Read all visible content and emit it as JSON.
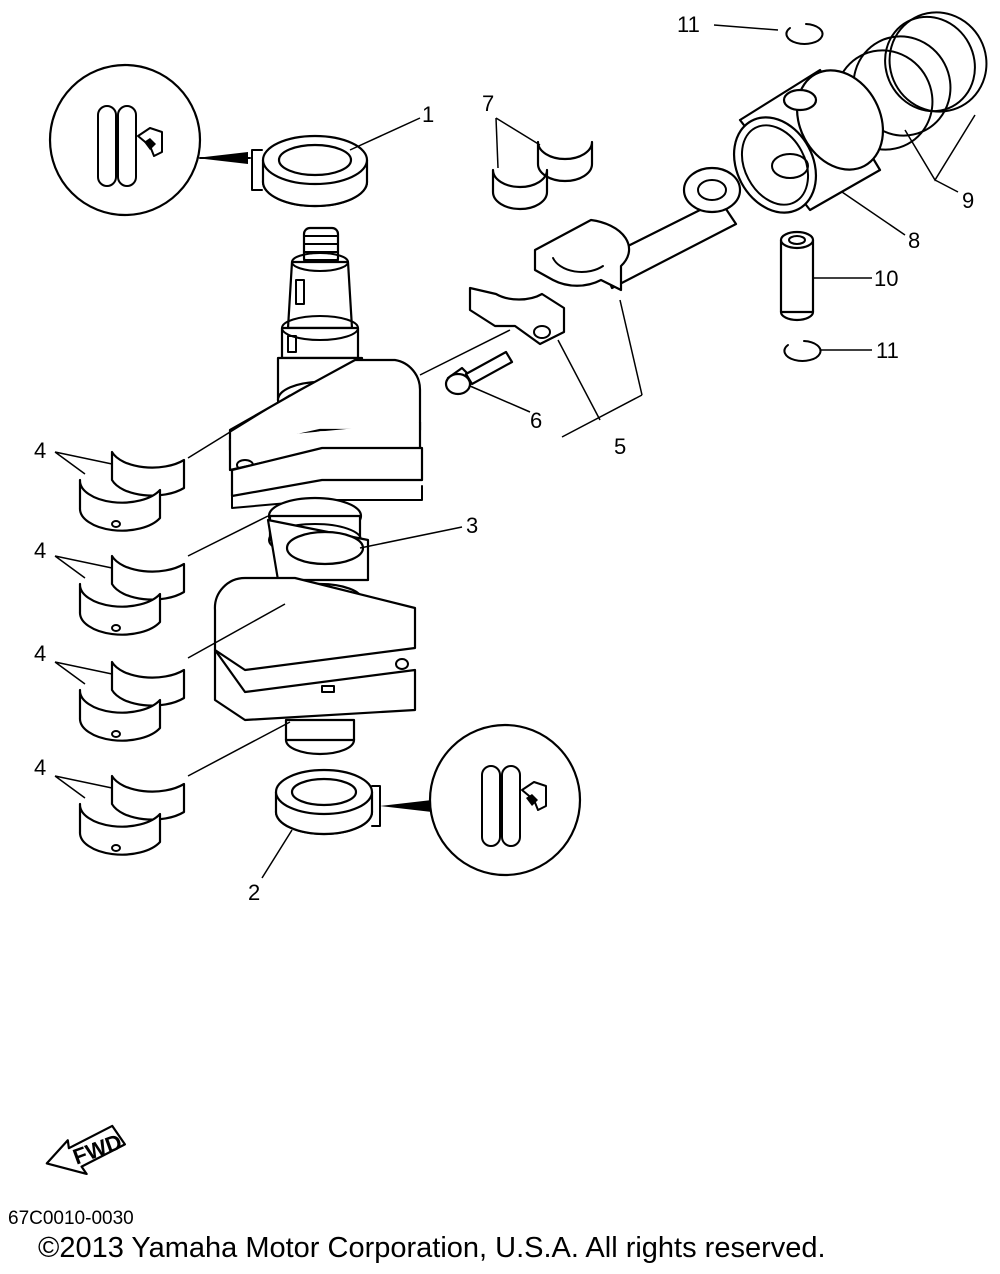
{
  "callouts": {
    "c1": "1",
    "c2": "2",
    "c3": "3",
    "c4a": "4",
    "c4b": "4",
    "c4c": "4",
    "c4d": "4",
    "c5": "5",
    "c6": "6",
    "c7": "7",
    "c8": "8",
    "c9": "9",
    "c10": "10",
    "c11a": "11",
    "c11b": "11"
  },
  "fwd_badge": "FWD",
  "diagram_code": "67C0010-0030",
  "copyright": "©2013 Yamaha Motor Corporation, U.S.A. All rights reserved."
}
